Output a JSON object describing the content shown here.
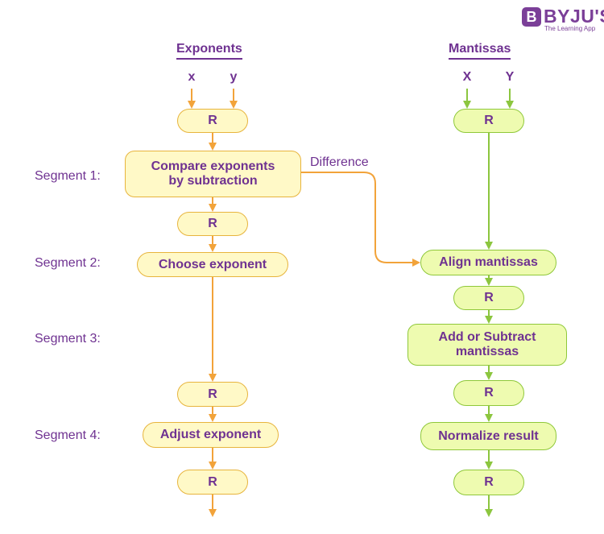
{
  "brand": {
    "name": "BYJU'S",
    "tagline": "The Learning App",
    "badge": "B",
    "color": "#7b3f98"
  },
  "colors": {
    "exponent_line": "#f2a33a",
    "mantissa_line": "#8cc63f",
    "text": "#6f3291",
    "yellow_fill": "#fff9c7",
    "green_fill": "#eefbb0"
  },
  "columns": {
    "exponents": {
      "title": "Exponents",
      "inputs": [
        "x",
        "y"
      ]
    },
    "mantissas": {
      "title": "Mantissas",
      "inputs": [
        "X",
        "Y"
      ]
    }
  },
  "segments": [
    "Segment 1:",
    "Segment 2:",
    "Segment 3:",
    "Segment 4:"
  ],
  "difference_label": "Difference",
  "exponent_nodes": {
    "r1": "R",
    "compare": "Compare exponents\nby subtraction",
    "r2": "R",
    "choose": "Choose exponent",
    "r3": "R",
    "adjust": "Adjust exponent",
    "r4": "R"
  },
  "mantissa_nodes": {
    "r1": "R",
    "align": "Align mantissas",
    "r2": "R",
    "add_sub": "Add or Subtract\nmantissas",
    "r3": "R",
    "normalize": "Normalize result",
    "r4": "R"
  }
}
